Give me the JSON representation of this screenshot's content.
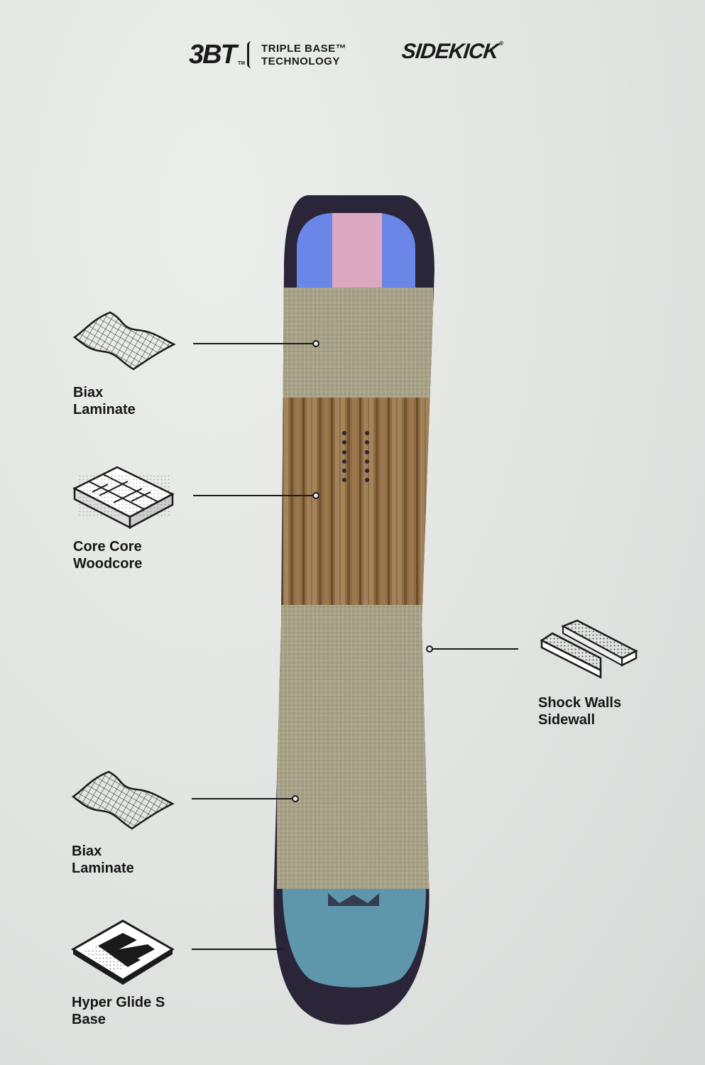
{
  "header": {
    "logo_3bt_mark": "3BT",
    "logo_3bt_tm": "TM",
    "logo_3bt_line1": "TRIPLE BASE™",
    "logo_3bt_line2": "TECHNOLOGY",
    "logo_sidekick": "SIDEKICK",
    "logo_sidekick_reg": "®"
  },
  "layers": [
    {
      "id": "biax-top",
      "line1": "Biax",
      "line2": "Laminate",
      "icon": "biax-laminate-icon"
    },
    {
      "id": "woodcore",
      "line1": "Core Core",
      "line2": "Woodcore",
      "icon": "woodcore-icon"
    },
    {
      "id": "sidewall",
      "line1": "Shock Walls",
      "line2": "Sidewall",
      "icon": "sidewall-icon"
    },
    {
      "id": "biax-bottom",
      "line1": "Biax",
      "line2": "Laminate",
      "icon": "biax-laminate-icon"
    },
    {
      "id": "base",
      "line1": "Hyper Glide S",
      "line2": "Base",
      "icon": "base-icon"
    }
  ],
  "colors": {
    "board_outline": "#2a2538",
    "nose_blue": "#6a86e6",
    "nose_pink": "#dca8c0",
    "laminate": "#a6a086",
    "wood_light": "#9c7a52",
    "wood_dark": "#6e4e2e",
    "tail_teal": "#5e97ab"
  }
}
